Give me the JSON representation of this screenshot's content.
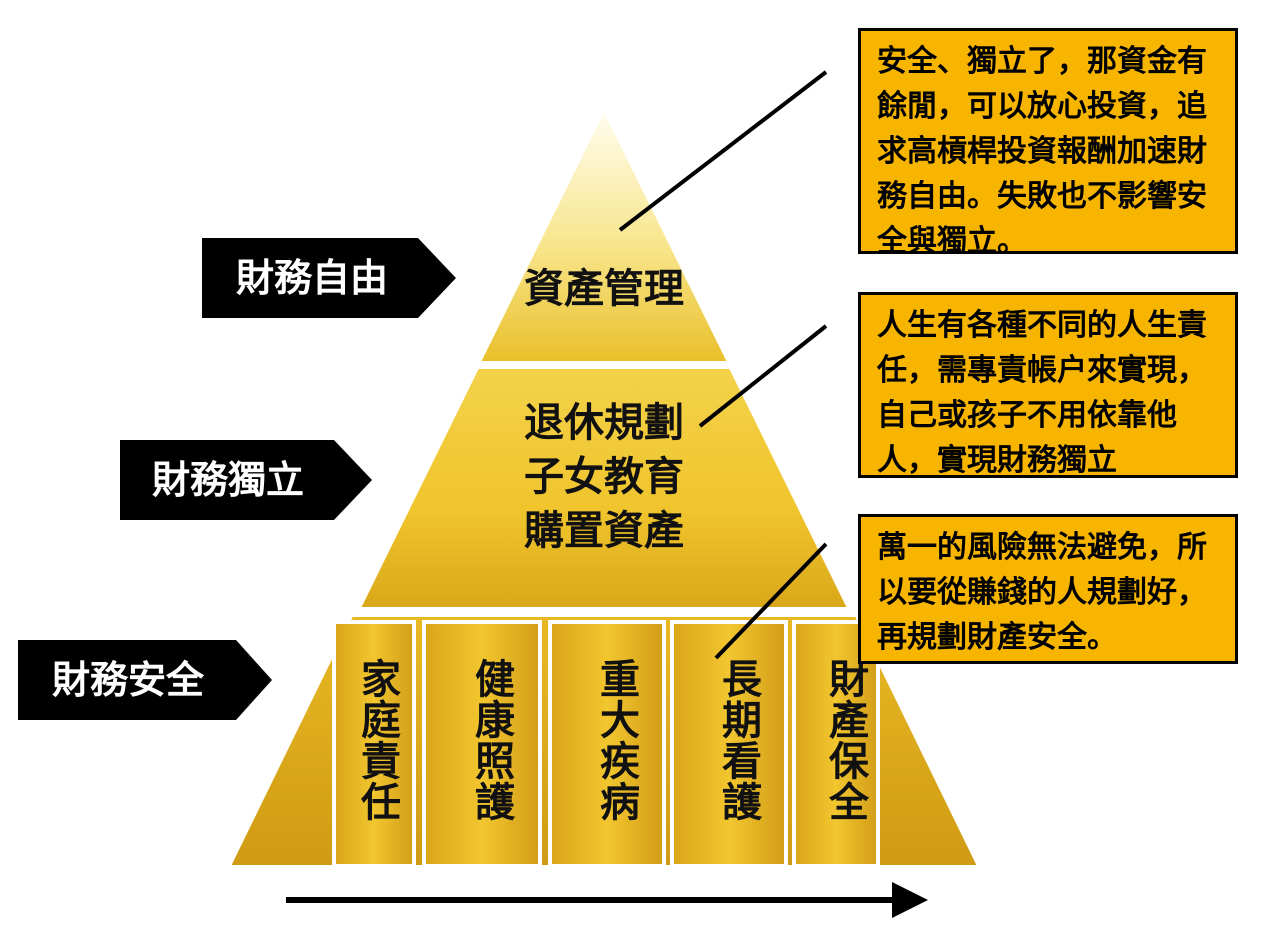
{
  "levels": {
    "freedom": "財務自由",
    "independence": "財務獨立",
    "security": "財務安全"
  },
  "tiers": {
    "top": "資產管理",
    "middle": [
      "退休規劃",
      "子女教育",
      "購置資產"
    ]
  },
  "pillars": [
    "家庭責任",
    "健康照護",
    "重大疾病",
    "長期看護",
    "財產保全"
  ],
  "notes": {
    "top": "安全、獨立了，那資金有餘閒，可以放心投資，追求高槓桿投資報酬加速財務自由。失敗也不影響安全與獨立。",
    "middle": "人生有各種不同的人生責任，需專責帳户來實現，自己或孩子不用依靠他人，實現財務獨立",
    "bottom": "萬一的風險無法避免，所以要從賺錢的人規劃好，再規劃財產安全。"
  },
  "colors": {
    "gold_light": "#fff6c8",
    "gold_mid": "#f2cf3c",
    "gold_dark": "#c79a14",
    "note_bg": "#f7b500",
    "label_bg": "#000000"
  }
}
